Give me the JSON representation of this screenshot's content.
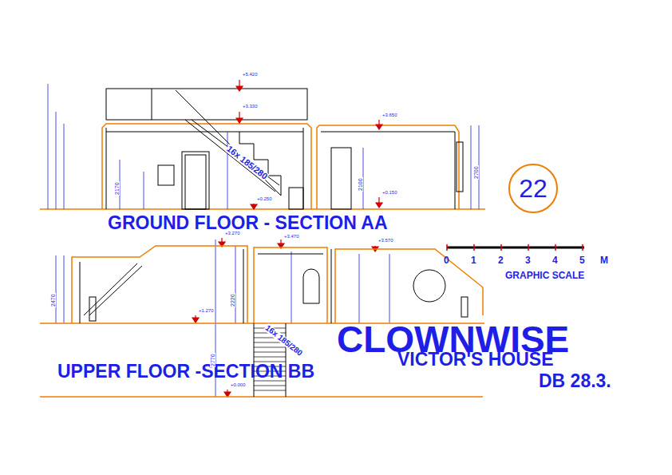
{
  "diagram": {
    "title": "CLOWNWISE",
    "nodes": [
      {
        "text": [
          "22"
        ]
      }
    ],
    "labels": [
      "GROUND FLOOR - SECTION AA",
      "UPPER FLOOR -SECTION BB",
      "VICTOR'S HOUSE",
      "DB 28.3.",
      "GRAPHIC SCALE",
      "0",
      "1",
      "2",
      "3",
      "4",
      "5",
      "M",
      "16x 185/280",
      "16x 185/280",
      "+5.420",
      "+3.330",
      "+3.650",
      "+0.150",
      "+0.250",
      "+1.270",
      "+3.270",
      "+3.470",
      "+3.570",
      "+0.000",
      "2170",
      "2100",
      "2700",
      "2770",
      "2470",
      "2220"
    ]
  }
}
